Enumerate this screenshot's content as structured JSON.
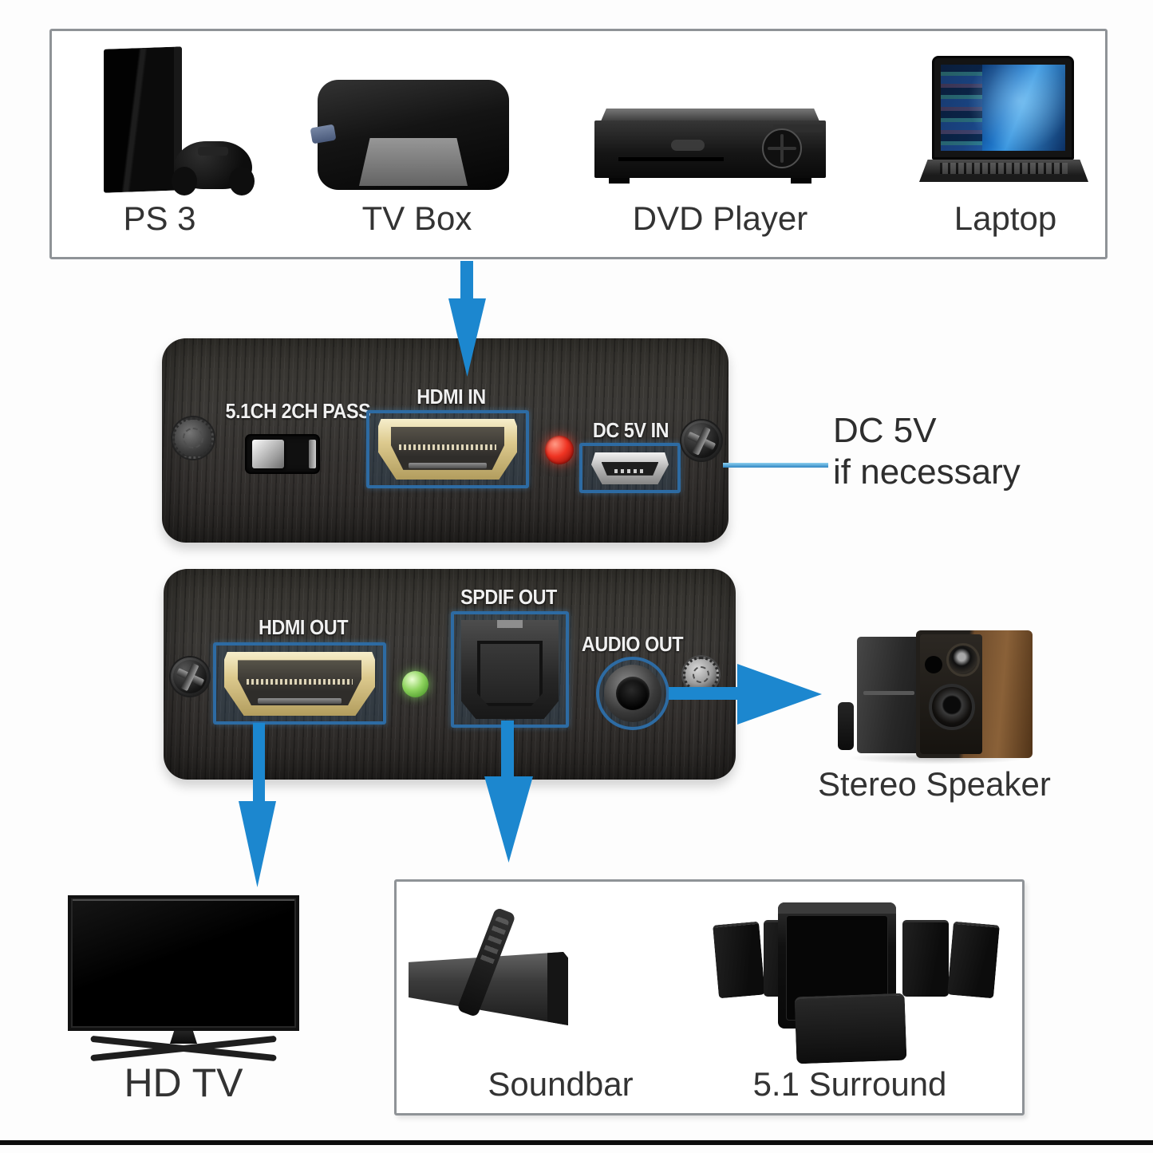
{
  "colors": {
    "arrow_blue": "#1c87cf",
    "highlight_box_blue": "#2d6ba3",
    "led_red": "#ef3322",
    "led_green": "#8ed45e",
    "panel_dark": "#33312e",
    "box_border_gray": "#8f9397"
  },
  "sources": {
    "devices": [
      {
        "id": "ps3",
        "label": "PS 3"
      },
      {
        "id": "tv-box",
        "label": "TV Box"
      },
      {
        "id": "dvd-player",
        "label": "DVD Player"
      },
      {
        "id": "laptop",
        "label": "Laptop"
      }
    ]
  },
  "converter_top": {
    "mode_switch_label": "5.1CH 2CH PASS",
    "hdmi_in_label": "HDMI IN",
    "dc_in_label": "DC 5V IN"
  },
  "dc_note": {
    "line1": "DC 5V",
    "line2": "if necessary"
  },
  "converter_bottom": {
    "hdmi_out_label": "HDMI OUT",
    "spdif_out_label": "SPDIF OUT",
    "audio_out_label": "AUDIO OUT"
  },
  "sinks": {
    "stereo_speaker_label": "Stereo Speaker",
    "hdtv_label": "HD TV",
    "soundbar_label": "Soundbar",
    "surround_label": "5.1 Surround"
  }
}
